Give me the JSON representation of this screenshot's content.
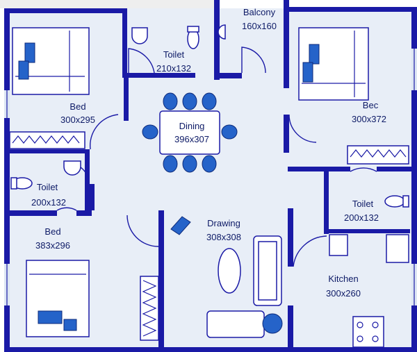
{
  "plan": {
    "rooms": [
      {
        "name": "Balcony",
        "size": "160x160"
      },
      {
        "name": "Toilet",
        "size": "210x132"
      },
      {
        "name": "Bed",
        "size": "300x295"
      },
      {
        "name": "Dining",
        "size": "396x307"
      },
      {
        "name": "Bec",
        "size": "300x372"
      },
      {
        "name": "Toilet",
        "size": "200x132"
      },
      {
        "name": "Toilet",
        "size": "200x132"
      },
      {
        "name": "Drawing",
        "size": "308x308"
      },
      {
        "name": "Bed",
        "size": "383x296"
      },
      {
        "name": "Kitchen",
        "size": "300x260"
      }
    ]
  }
}
